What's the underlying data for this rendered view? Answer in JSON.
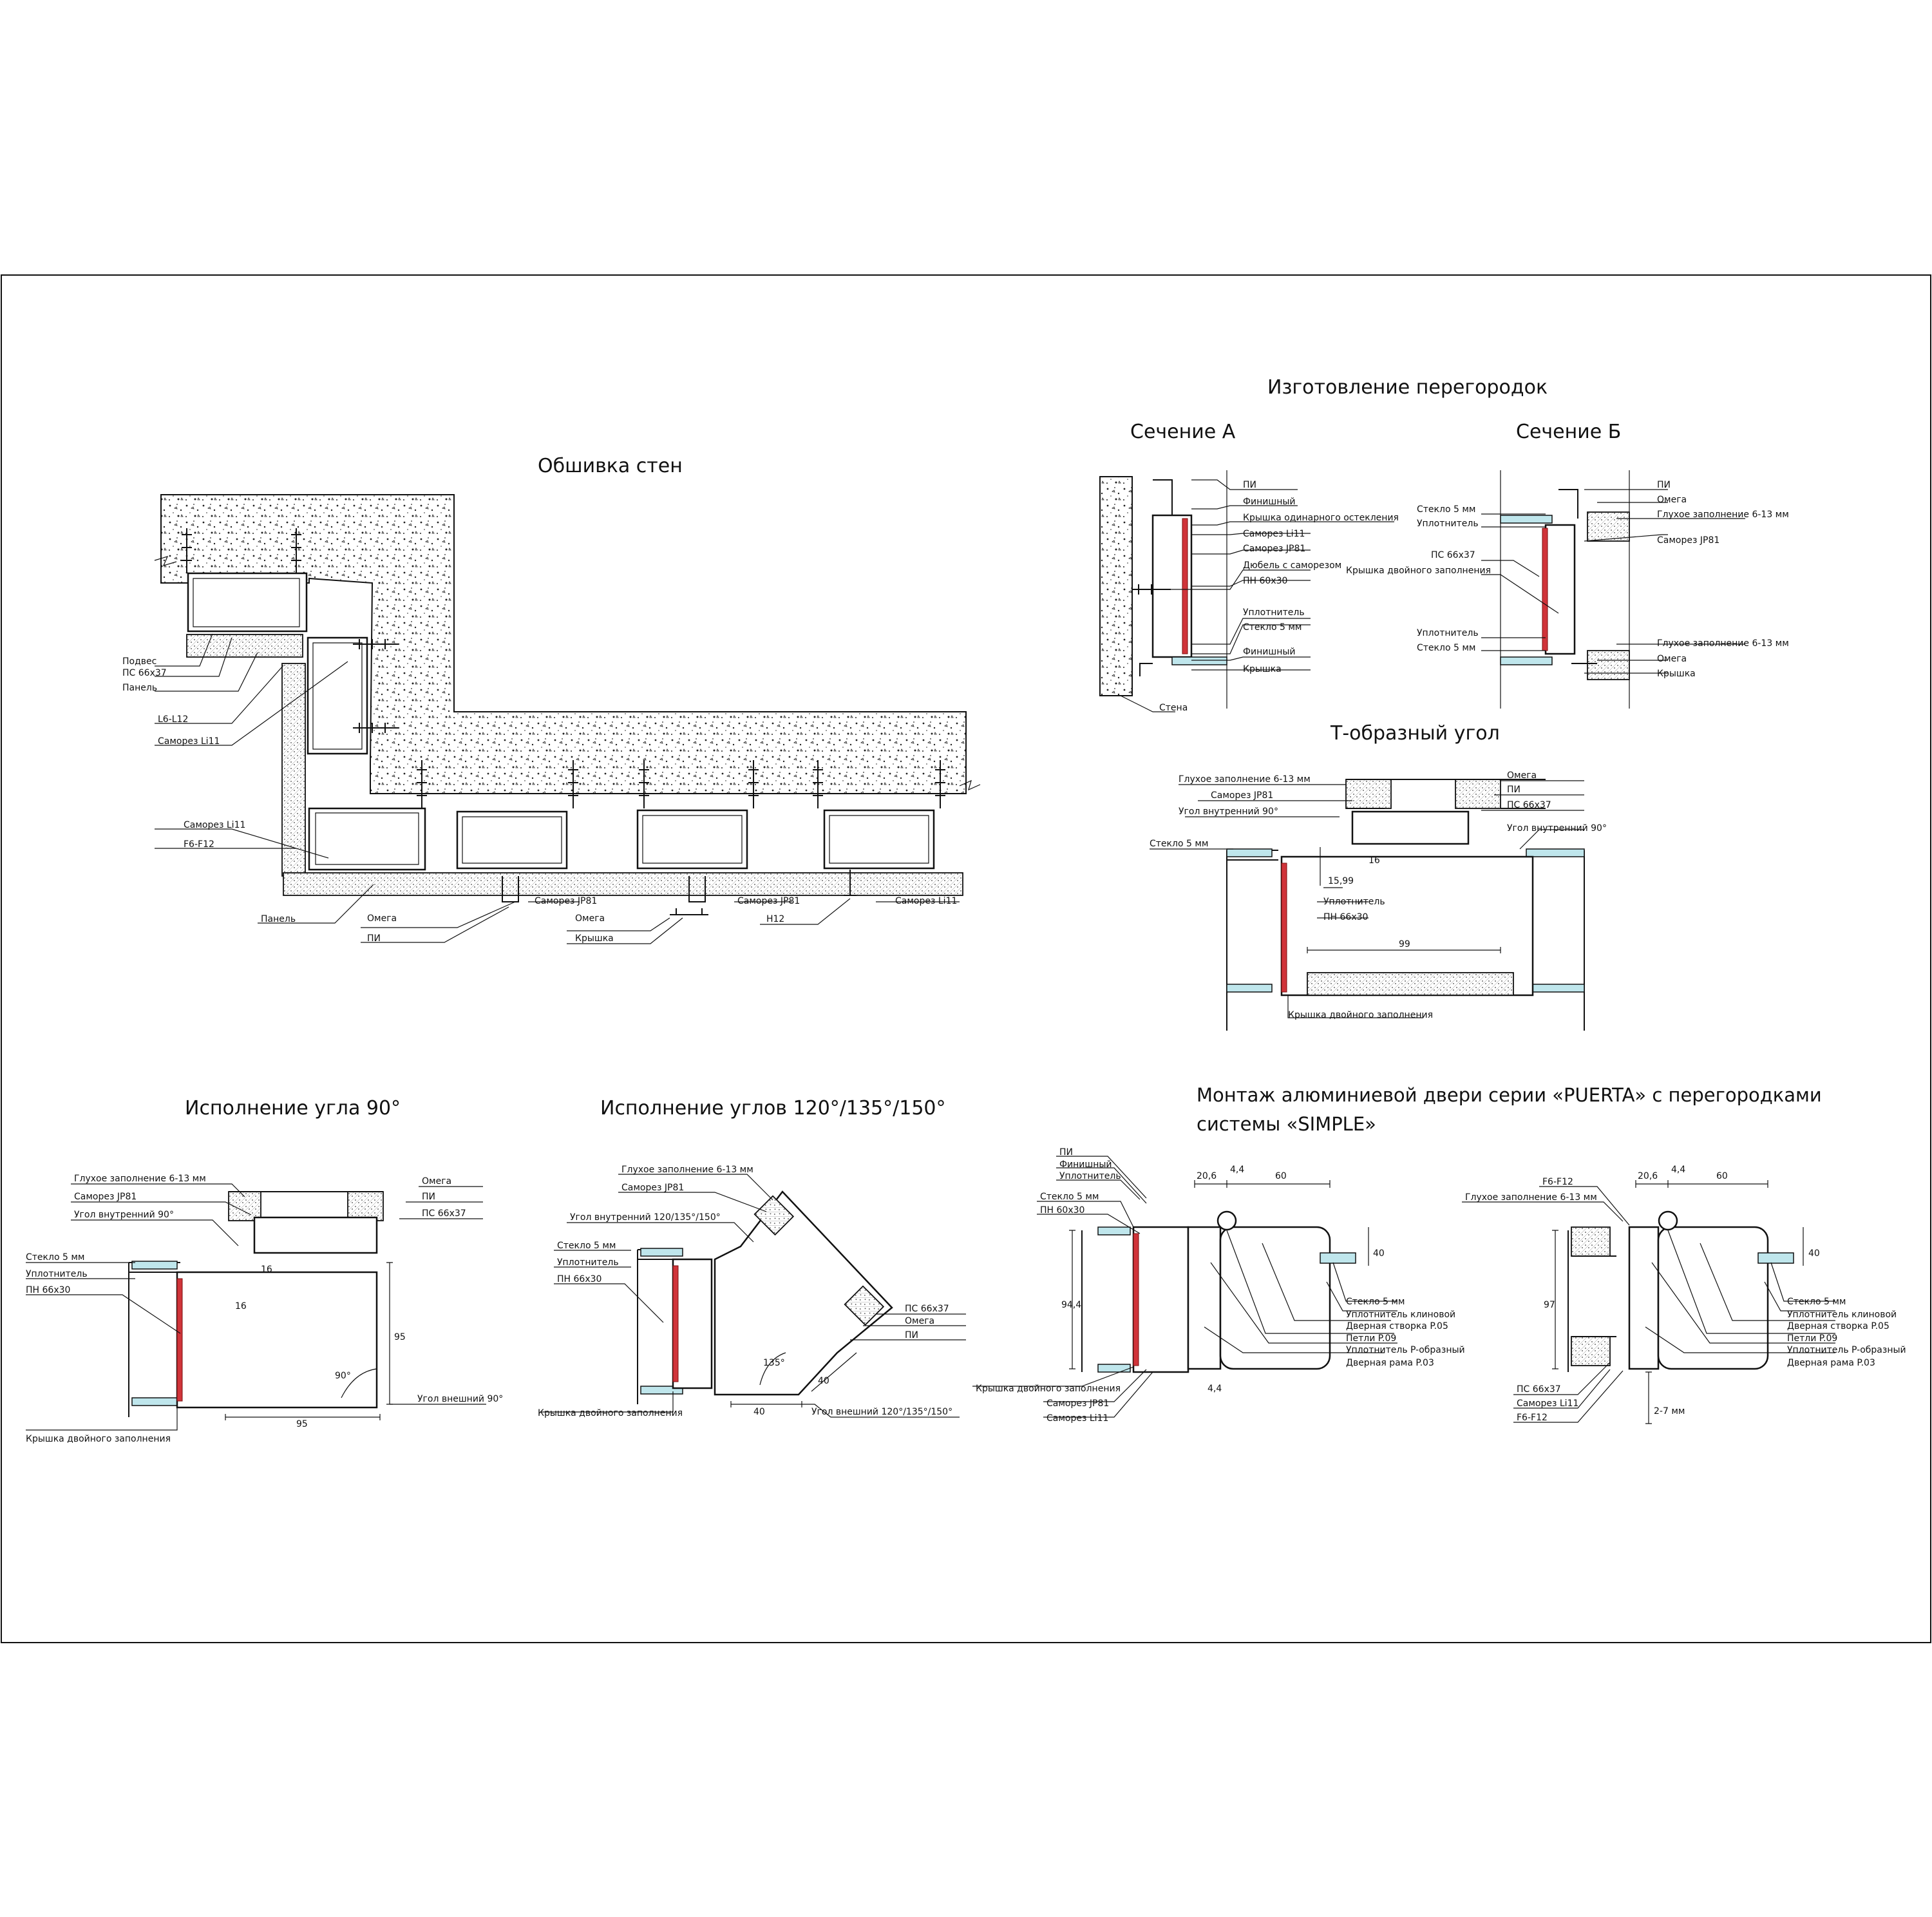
{
  "titles": {
    "wall_cladding": "Обшивка стен",
    "partitions": "Изготовление перегородок",
    "section_a": "Сечение А",
    "section_b": "Сечение Б",
    "t_corner": "Т-образный угол",
    "corner90": "Исполнение угла 90°",
    "corners_multi": "Исполнение углов 120°/135°/150°",
    "door_line1": "Монтаж алюминиевой двери серии «PUERTA» с перегородками",
    "door_line2": "системы «SIMPLE»"
  },
  "wall": {
    "labels": [
      "Подвес",
      "ПС 66х37",
      "Панель",
      "L6-L12",
      "Саморез Li11",
      "Саморез Li11",
      "F6-F12",
      "Панель",
      "Омега",
      "ПИ",
      "Саморез JP81",
      "Омега",
      "Крышка",
      "Саморез JP81",
      "Н12",
      "Саморез Li11"
    ]
  },
  "sec_a": {
    "labels": [
      "ПИ",
      "Финишный",
      "Крышка одинарного остекления",
      "Саморез Li11",
      "Саморез JP81",
      "Дюбель с саморезом",
      "ПН 60х30",
      "Уплотнитель",
      "Стекло 5 мм",
      "Финишный",
      "Крышка",
      "Стена"
    ]
  },
  "sec_b": {
    "labels": [
      "Стекло 5 мм",
      "Уплотнитель",
      "ПС 66х37",
      "Крышка двойного заполнения",
      "Уплотнитель",
      "Стекло 5 мм",
      "ПИ",
      "Омега",
      "Глухое заполнение 6-13 мм",
      "Саморез JP81",
      "Глухое заполнение 6-13 мм",
      "Омега",
      "Крышка"
    ]
  },
  "tcorner": {
    "labels": [
      "Глухое заполнение 6-13 мм",
      "Саморез JP81",
      "Угол внутренний 90°",
      "Стекло 5 мм",
      "Омега",
      "ПИ",
      "ПС 66х37",
      "Угол внутренний 90°",
      "Уплотнитель",
      "ПН 66х30",
      "Крышка двойного заполнения"
    ],
    "dims": [
      "16",
      "15,99",
      "99"
    ]
  },
  "c90": {
    "labels": [
      "Глухое заполнение 6-13 мм",
      "Саморез JP81",
      "Угол внутренний 90°",
      "Стекло 5 мм",
      "Уплотнитель",
      "ПН 66х30",
      "Омега",
      "ПИ",
      "ПС 66х37",
      "Угол внешний 90°",
      "Крышка двойного заполнения"
    ],
    "dims": [
      "16",
      "16",
      "95",
      "95",
      "90°"
    ]
  },
  "cmulti": {
    "labels": [
      "Глухое заполнение 6-13 мм",
      "Саморез JP81",
      "Угол внутренний 120/135°/150°",
      "Стекло 5 мм",
      "Уплотнитель",
      "ПН 66х30",
      "ПС 66х37",
      "Омега",
      "ПИ",
      "Угол внешний 120°/135°/150°",
      "Крышка двойного заполнения"
    ],
    "dims": [
      "40",
      "40",
      "135°"
    ]
  },
  "door1": {
    "labels": [
      "ПИ",
      "Финишный",
      "Уплотнитель",
      "Стекло 5 мм",
      "ПН 60х30",
      "Крышка двойного заполнения",
      "Саморез JP81",
      "Саморез Li11",
      "Стекло 5 мм",
      "Уплотнитель клиновой",
      "Дверная створка P.05",
      "Петли P.09",
      "Уплотнитель P-образный",
      "Дверная рама P.03"
    ],
    "dims": [
      "20,6",
      "4,4",
      "60",
      "40",
      "94,4",
      "4,4"
    ]
  },
  "door2": {
    "labels": [
      "F6-F12",
      "Глухое заполнение 6-13 мм",
      "ПС 66х37",
      "Саморез Li11",
      "F6-F12",
      "Стекло 5 мм",
      "Уплотнитель клиновой",
      "Дверная створка P.05",
      "Петли P.09",
      "Уплотнитель P-образный",
      "Дверная рама P.03"
    ],
    "dims": [
      "20,6",
      "4,4",
      "60",
      "40",
      "97",
      "2-7 мм"
    ]
  }
}
